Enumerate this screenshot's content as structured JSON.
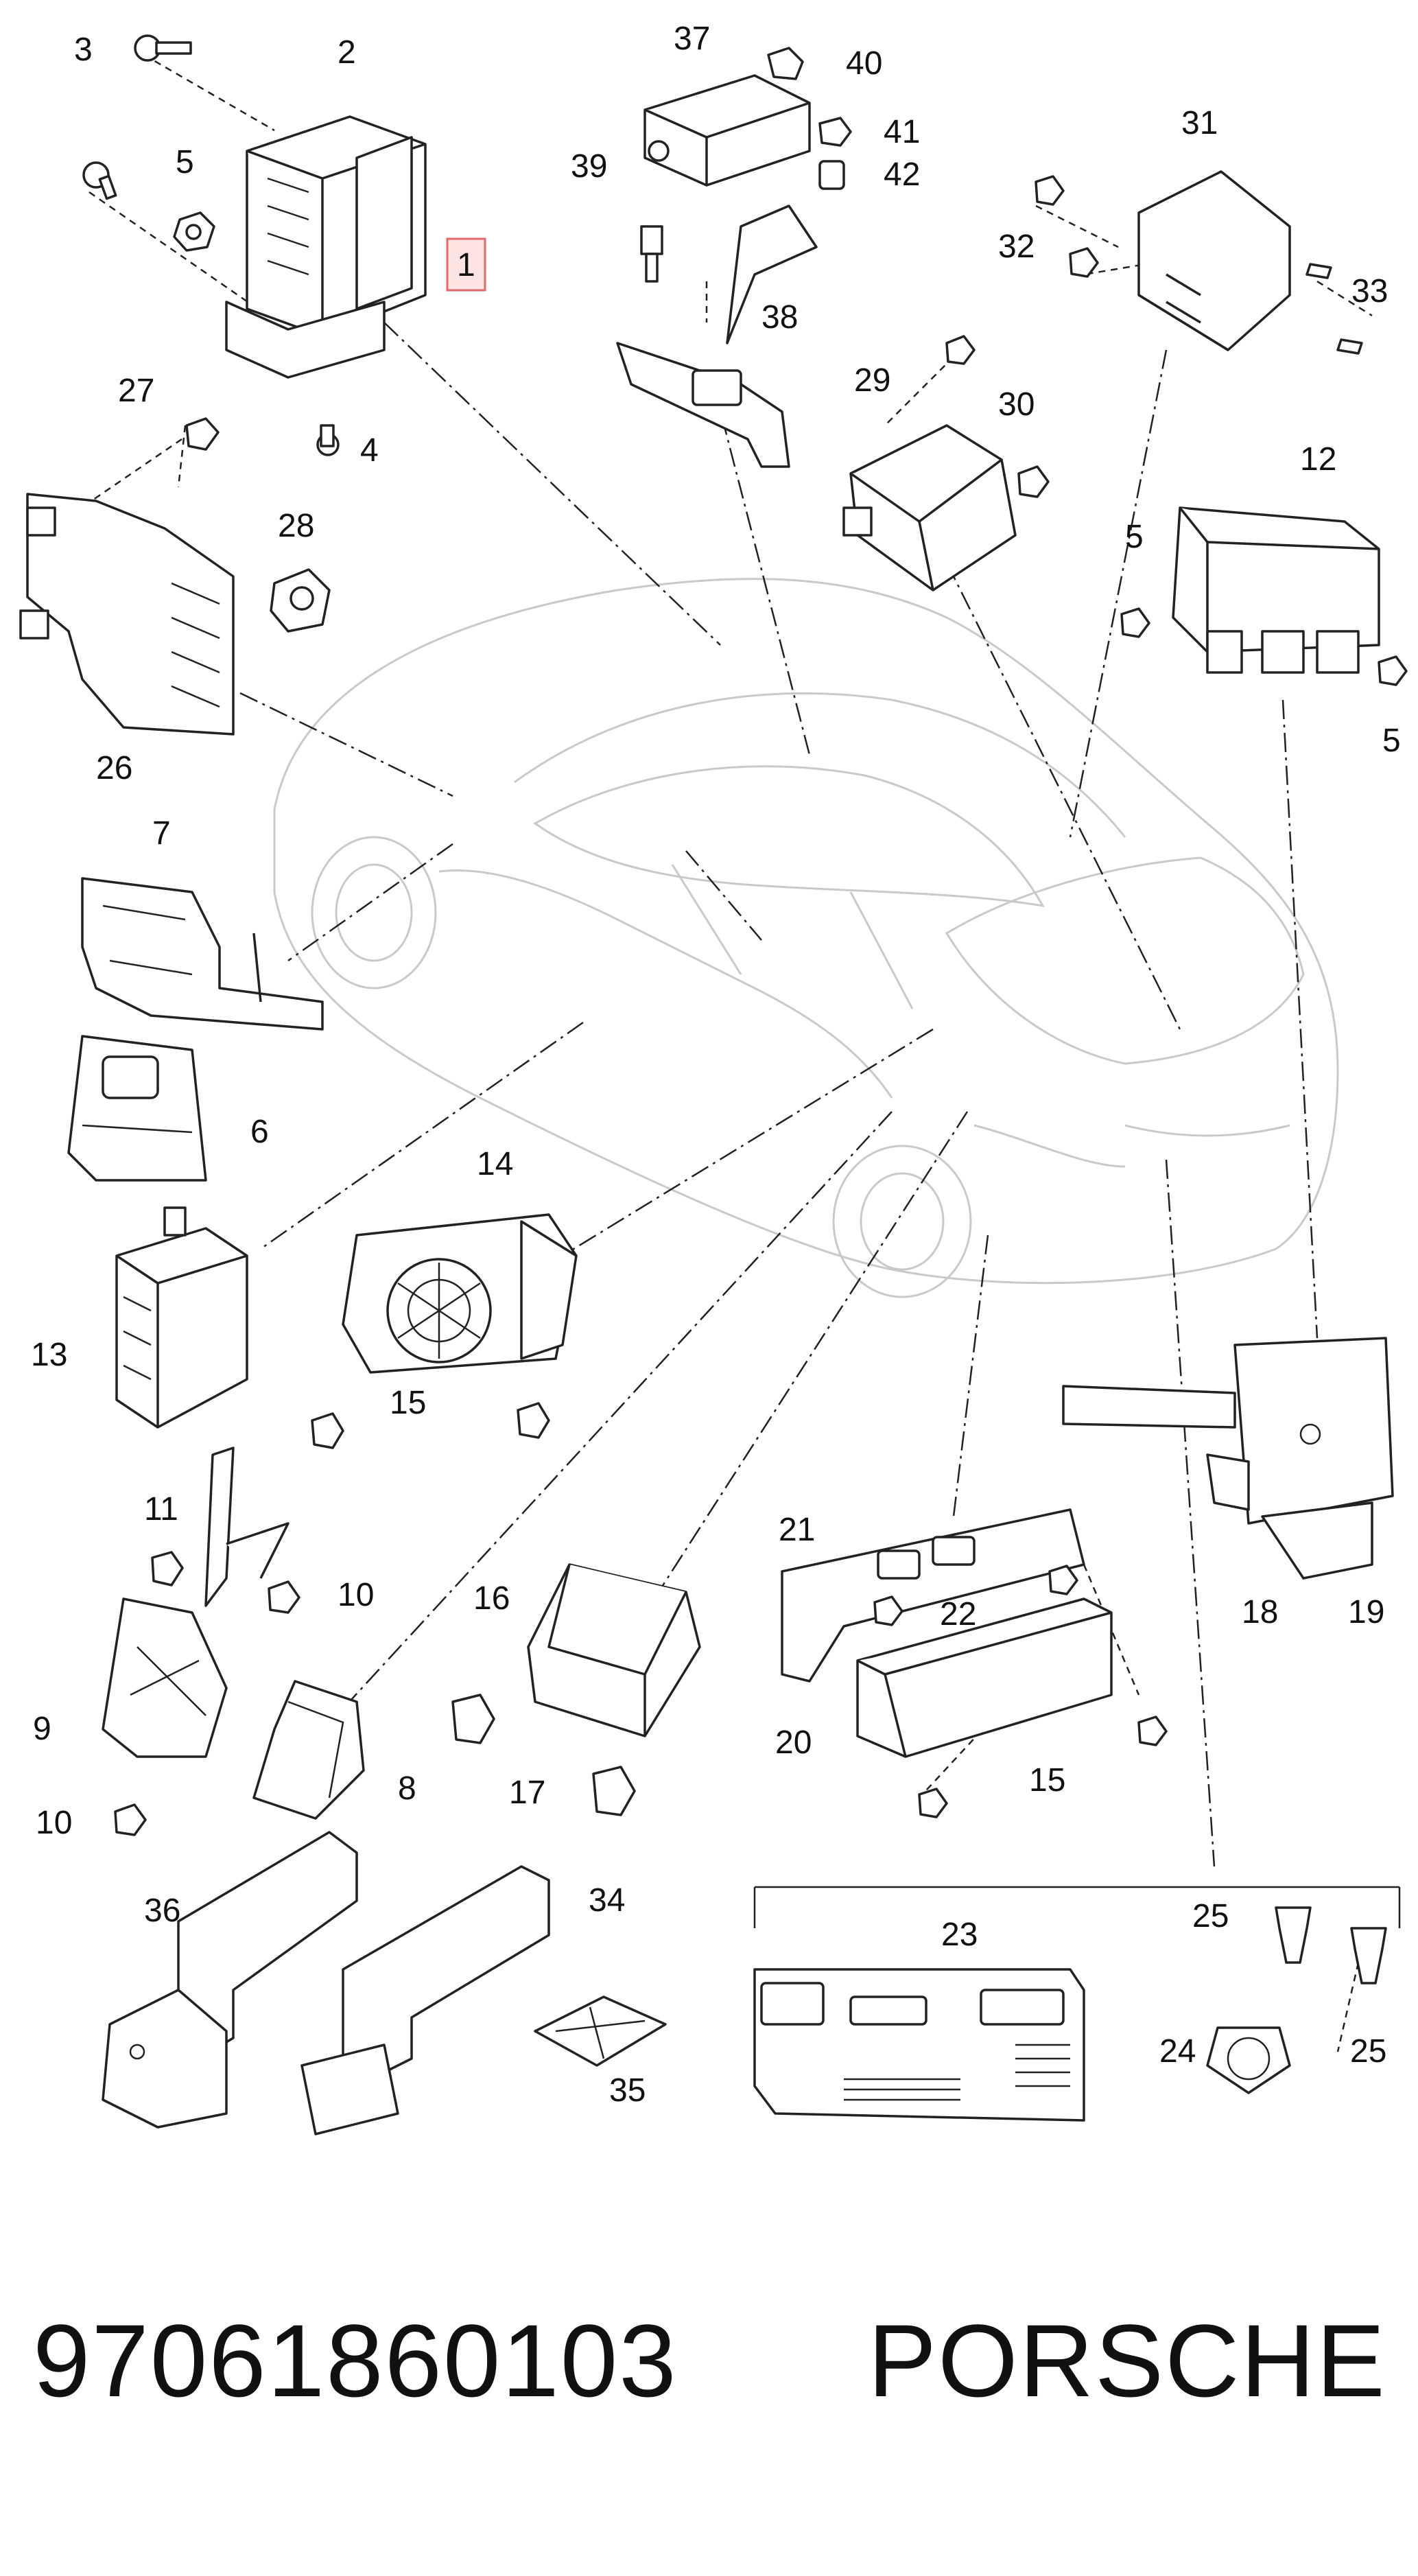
{
  "callouts": {
    "n1": "1",
    "n2": "2",
    "n3": "3",
    "n4": "4",
    "n5a": "5",
    "n5b": "5",
    "n5c": "5",
    "n6": "6",
    "n7": "7",
    "n8": "8",
    "n9": "9",
    "n10a": "10",
    "n10b": "10",
    "n11": "11",
    "n12": "12",
    "n13": "13",
    "n14": "14",
    "n15a": "15",
    "n15b": "15",
    "n16": "16",
    "n17": "17",
    "n18": "18",
    "n19": "19",
    "n20": "20",
    "n21": "21",
    "n22": "22",
    "n23": "23",
    "n24": "24",
    "n25a": "25",
    "n25b": "25",
    "n26": "26",
    "n27": "27",
    "n28": "28",
    "n29": "29",
    "n30": "30",
    "n31": "31",
    "n32": "32",
    "n33": "33",
    "n34": "34",
    "n35": "35",
    "n36": "36",
    "n37": "37",
    "n38": "38",
    "n39": "39",
    "n40": "40",
    "n41": "41",
    "n42": "42"
  },
  "highlight": "1",
  "footer": {
    "part_number": "97061860103",
    "brand": "PORSCHE"
  },
  "colors": {
    "highlight_fill": "#fde4e4",
    "highlight_stroke": "#e06a6a",
    "car_outline": "#c9c9c9",
    "line": "#222222"
  }
}
